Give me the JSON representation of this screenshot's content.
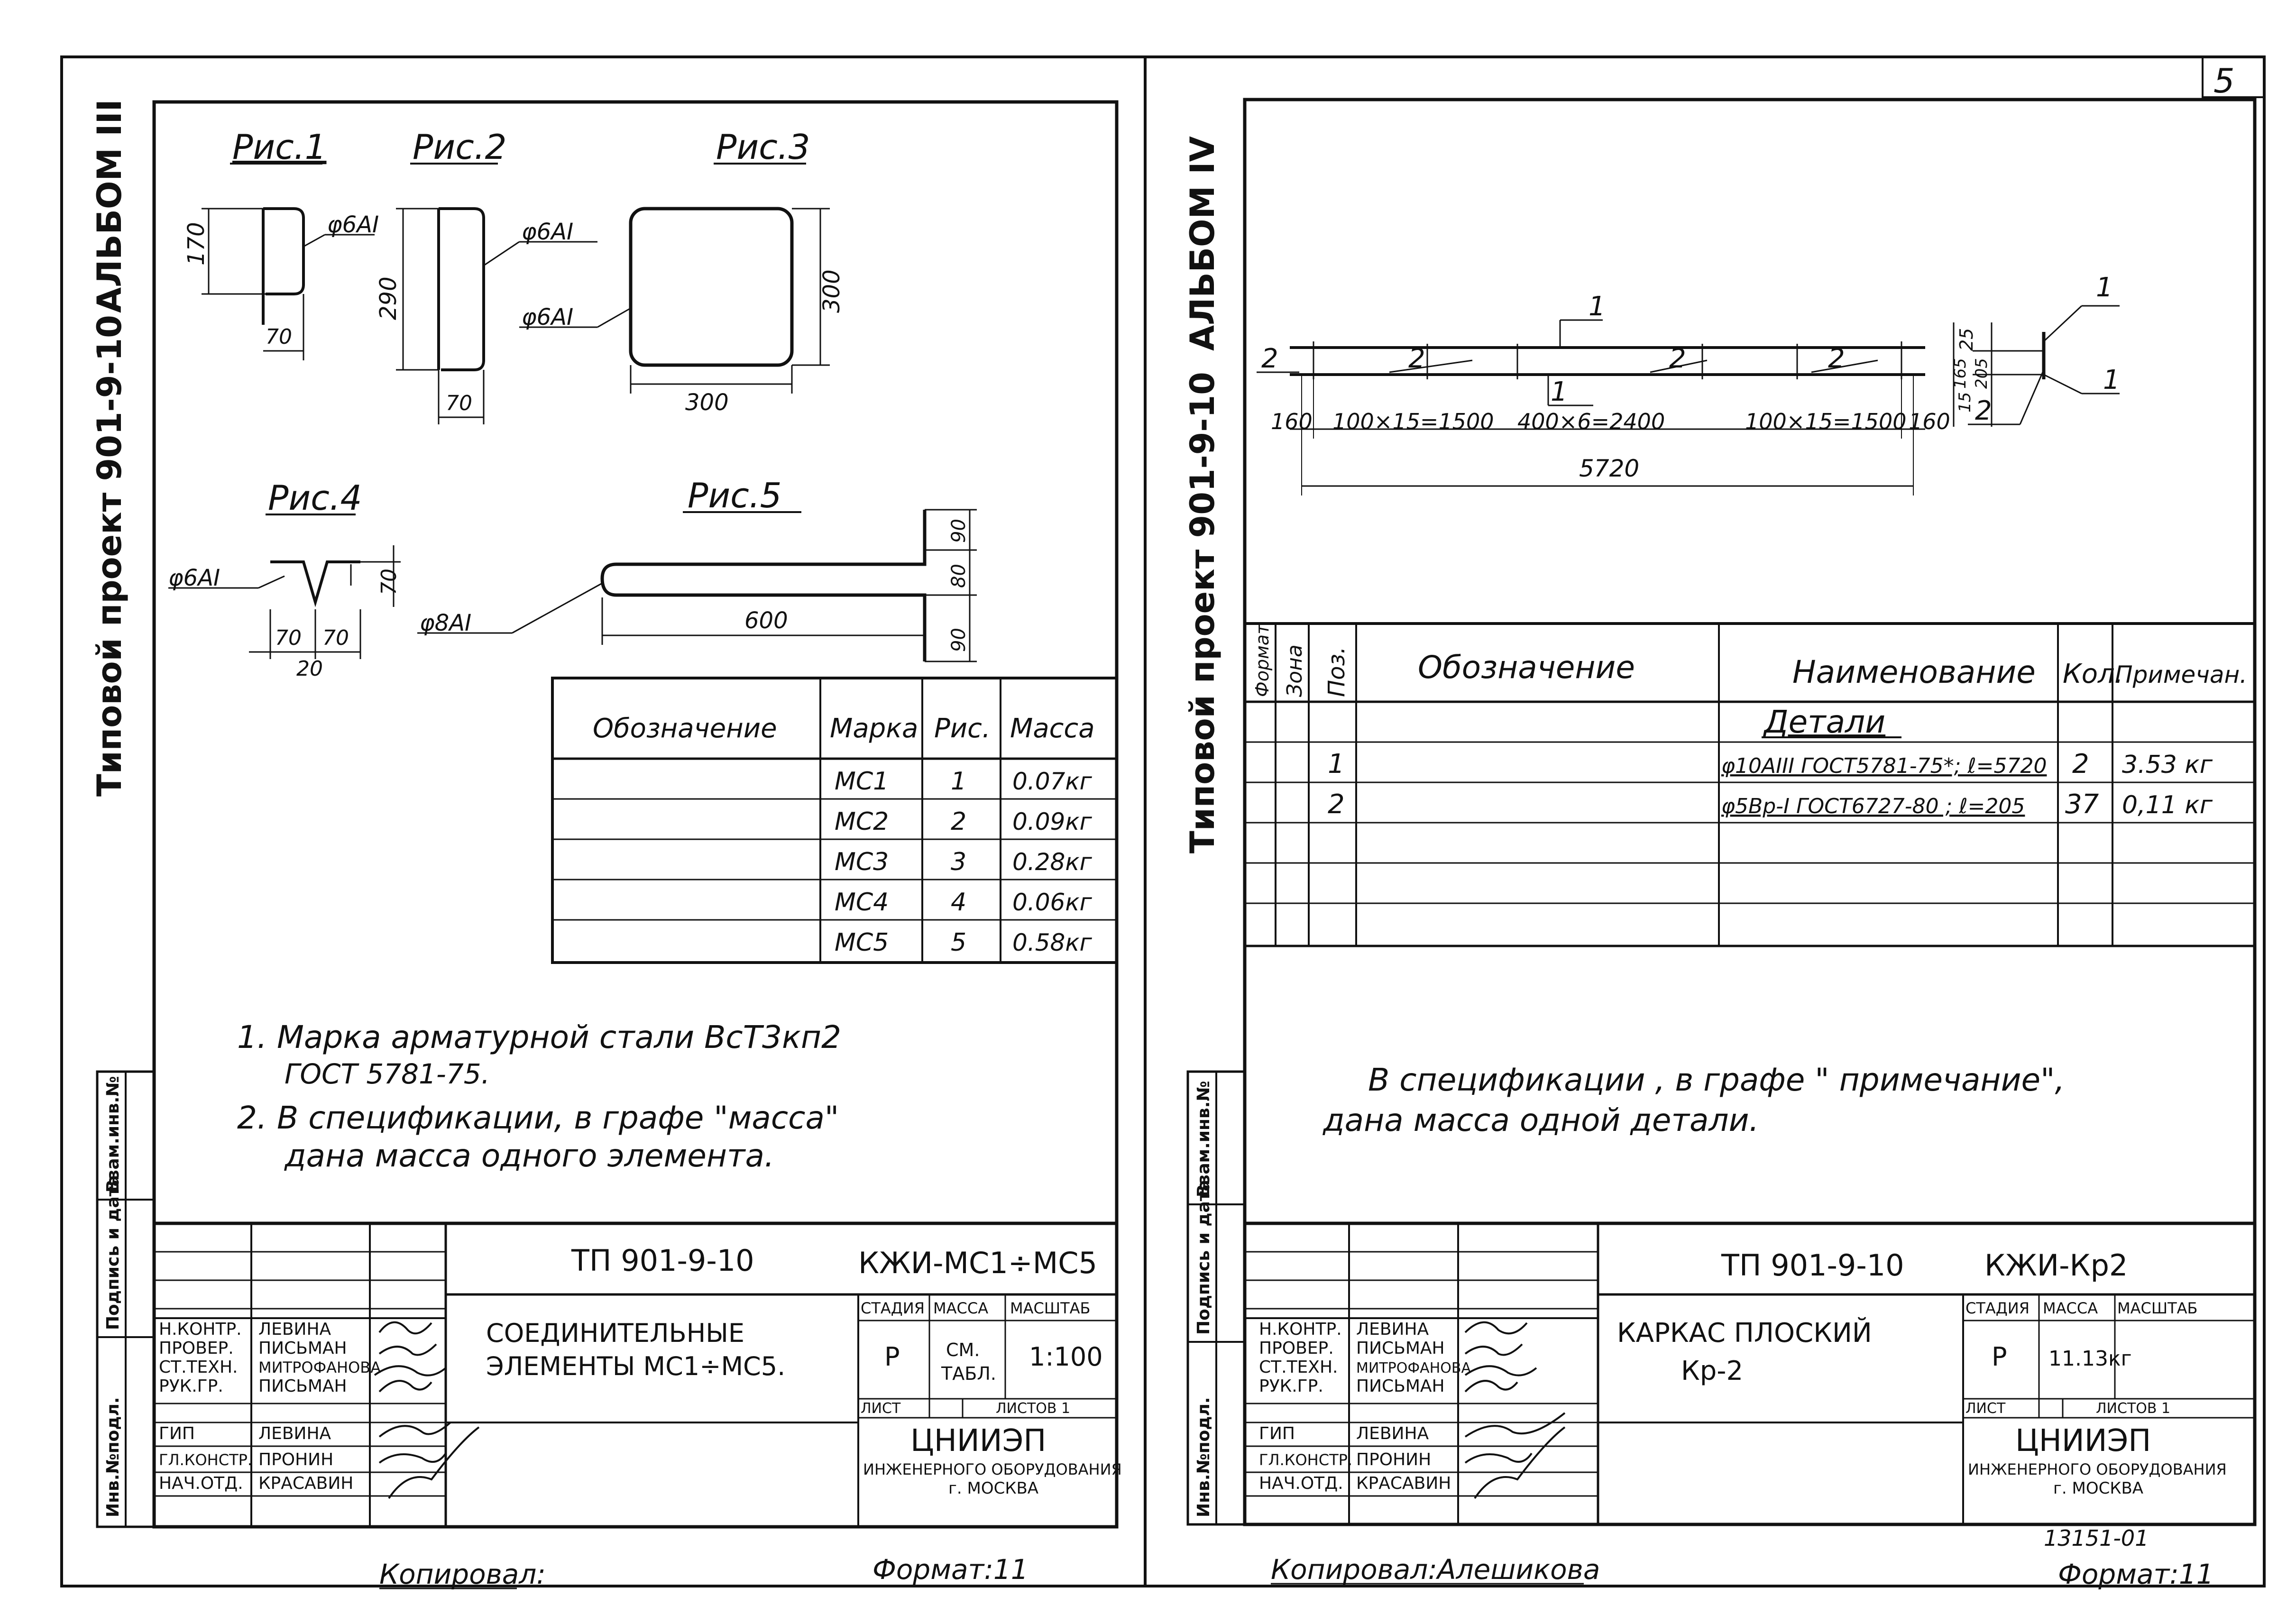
{
  "page_number": "5",
  "left": {
    "album": "АЛЬБОМ III",
    "project": "Типовой проект 901-9-10",
    "figures": {
      "fig1": {
        "title": "Рис.1",
        "dims": [
          "170",
          "70"
        ],
        "rebar": "φ6АI"
      },
      "fig2": {
        "title": "Рис.2",
        "dims": [
          "290",
          "70"
        ],
        "rebar": "φ6АI"
      },
      "fig3": {
        "title": "Рис.3",
        "dims": [
          "300",
          "300"
        ],
        "rebar": "φ6АI"
      },
      "fig4": {
        "title": "Рис.4",
        "dims": [
          "70",
          "70",
          "20",
          "70"
        ],
        "rebar": "φ6АI"
      },
      "fig5": {
        "title": "Рис.5",
        "dims": [
          "600",
          "90",
          "80",
          "90"
        ],
        "rebar": "φ8АI"
      }
    },
    "table": {
      "headers": [
        "Обозначение",
        "Марка",
        "Рис.",
        "Масса"
      ],
      "rows": [
        [
          "",
          "МС1",
          "1",
          "0.07кг"
        ],
        [
          "",
          "МС2",
          "2",
          "0.09кг"
        ],
        [
          "",
          "МС3",
          "3",
          "0.28кг"
        ],
        [
          "",
          "МС4",
          "4",
          "0.06кг"
        ],
        [
          "",
          "МС5",
          "5",
          "0.58кг"
        ]
      ]
    },
    "notes": [
      "1. Марка арматурной стали ВсТ3кп2",
      "ГОСТ 5781-75.",
      "2. В спецификации, в графе \"масса\"",
      "дана масса одного элемента."
    ],
    "side_labels": [
      "Инв.№подл.",
      "Подпись и дата",
      "Взам.инв.№"
    ],
    "stamp": {
      "project_code": "ТП 901-9-10",
      "doc_code": "КЖИ-МС1÷МС5",
      "title_line1": "СОЕДИНИТЕЛЬНЫЕ",
      "title_line2": "ЭЛЕМЕНТЫ МС1÷МС5.",
      "stage_label": "СТАДИЯ",
      "mass_label": "МАССА",
      "scale_label": "МАСШТАБ",
      "stage": "Р",
      "mass_line1": "СМ.",
      "mass_line2": "ТАБЛ.",
      "scale": "1:100",
      "sheet_label": "ЛИСТ",
      "sheets_label": "ЛИСТОВ 1",
      "org": "ЦНИИЭП",
      "org_line2": "ИНЖЕНЕРНОГО ОБОРУДОВАНИЯ",
      "org_line3": "г. МОСКВА",
      "people": [
        [
          "Н.КОНТР.",
          "ЛЕВИНА"
        ],
        [
          "ПРОВЕР.",
          "ПИСЬМАН"
        ],
        [
          "СТ.ТЕХН.",
          "МИТРОФАНОВА"
        ],
        [
          "РУК.ГР.",
          "ПИСЬМАН"
        ],
        [
          "ГИП",
          "ЛЕВИНА"
        ],
        [
          "ГЛ.КОНСТР.",
          "ПРОНИН"
        ],
        [
          "НАЧ.ОТД.",
          "КРАСАВИН"
        ]
      ]
    },
    "copied": "Копировал:",
    "format": "Формат:11"
  },
  "right": {
    "album": "АЛЬБОМ IV",
    "project": "Типовой проект 901-9-10",
    "drawing": {
      "pos_labels": [
        "1",
        "1",
        "1",
        "1",
        "2",
        "2",
        "2",
        "2",
        "2"
      ],
      "dims": [
        "160",
        "100×15=1500",
        "400×6=2400",
        "100×15=1500",
        "160",
        "5720",
        "25",
        "165",
        "205",
        "15"
      ]
    },
    "spec_headers": [
      "Формат",
      "Зона",
      "Поз.",
      "Обозначение",
      "Наименование",
      "Кол.",
      "Примечан."
    ],
    "spec_section": "Детали",
    "spec_rows": [
      [
        "",
        "",
        "1",
        "",
        "φ10АIII ГОСТ5781-75*; ℓ=5720",
        "2",
        "3.53 кг"
      ],
      [
        "",
        "",
        "2",
        "",
        "φ5Вр-I ГОСТ6727-80 ; ℓ=205",
        "37",
        "0,11 кг"
      ]
    ],
    "note_line1": "В спецификации , в графе \" примечание\",",
    "note_line2": "дана масса одной детали.",
    "side_labels": [
      "Инв.№подл.",
      "Подпись и дата",
      "Взам.инв.№"
    ],
    "stamp": {
      "project_code": "ТП 901-9-10",
      "doc_code": "КЖИ-Кр2",
      "title_line1": "КАРКАС ПЛОСКИЙ",
      "title_line2": "Кр-2",
      "stage_label": "СТАДИЯ",
      "mass_label": "МАССА",
      "scale_label": "МАСШТАБ",
      "stage": "Р",
      "mass": "11.13кг",
      "sheet_label": "ЛИСТ",
      "sheets_label": "ЛИСТОВ 1",
      "org": "ЦНИИЭП",
      "org_line2": "ИНЖЕНЕРНОГО ОБОРУДОВАНИЯ",
      "org_line3": "г. МОСКВА",
      "people": [
        [
          "Н.КОНТР.",
          "ЛЕВИНА"
        ],
        [
          "ПРОВЕР.",
          "ПИСЬМАН"
        ],
        [
          "СТ.ТЕХН.",
          "МИТРОФАНОВА"
        ],
        [
          "РУК.ГР.",
          "ПИСЬМАН"
        ],
        [
          "ГИП",
          "ЛЕВИНА"
        ],
        [
          "ГЛ.КОНСТР.",
          "ПРОНИН"
        ],
        [
          "НАЧ.ОТД.",
          "КРАСАВИН"
        ]
      ]
    },
    "inv_number": "13151-01",
    "copied": "Копировал:Алешикова",
    "format": "Формат:11"
  }
}
